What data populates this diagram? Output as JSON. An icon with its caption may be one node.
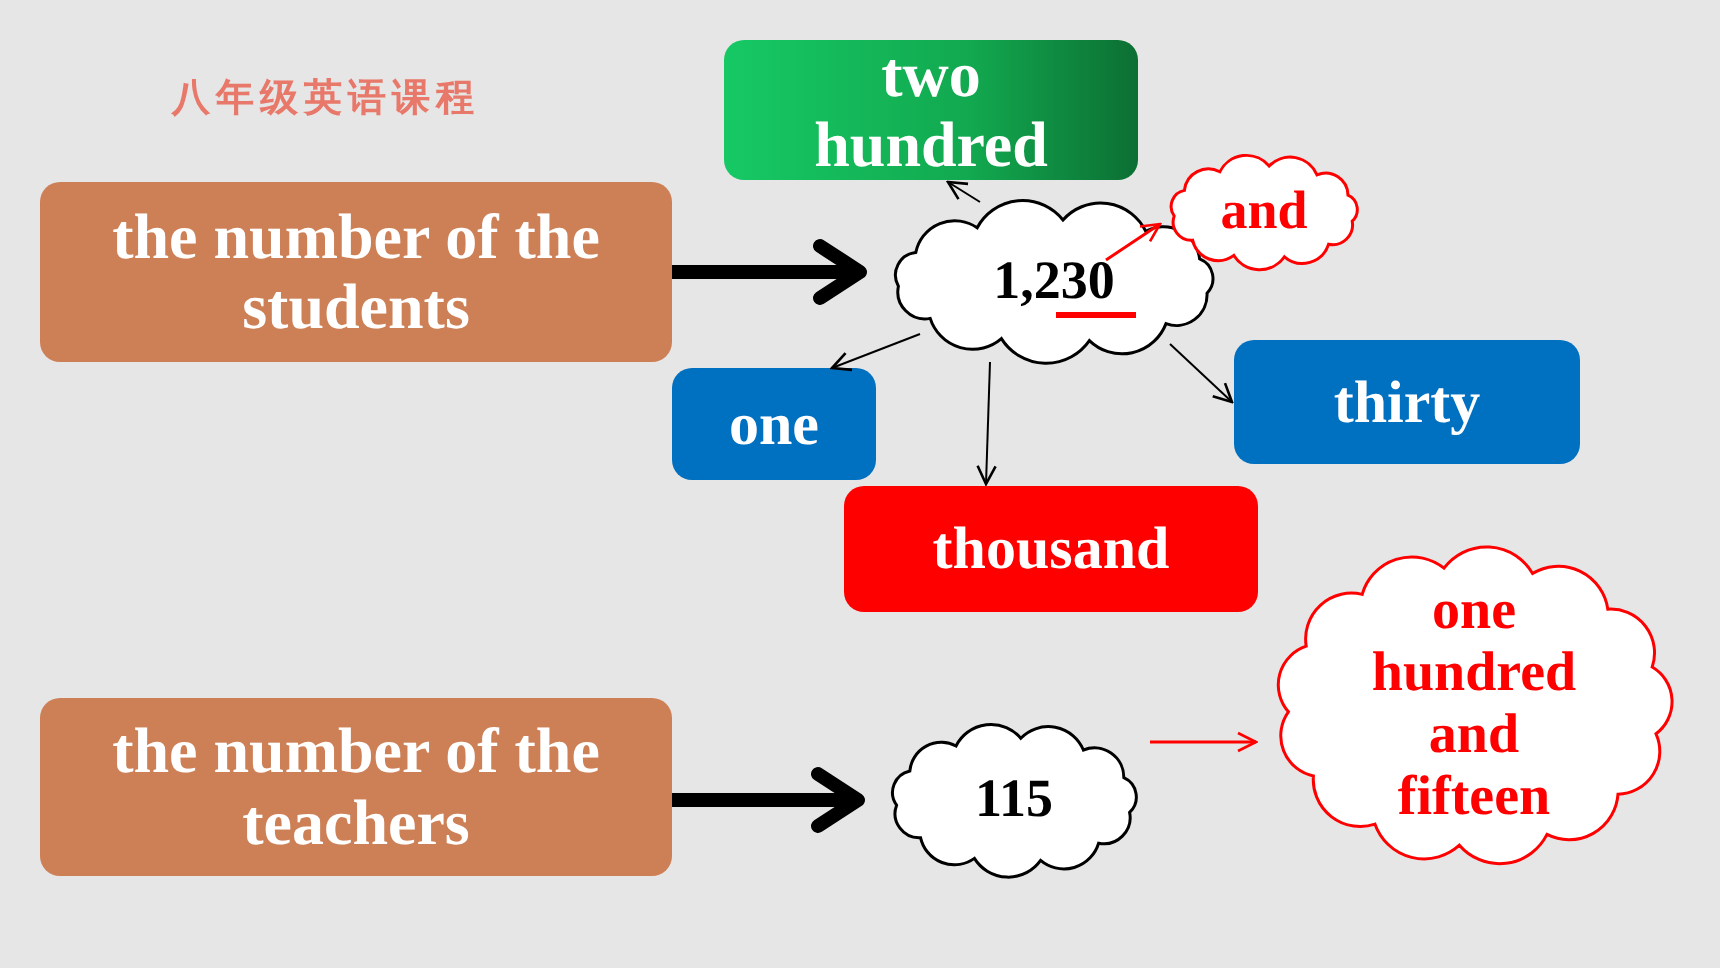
{
  "diagram": {
    "title": "八年级英语课程",
    "nodes": [
      {
        "text": [
          "the number of the students"
        ]
      },
      {
        "text": [
          "1,230"
        ]
      },
      {
        "text": [
          "two hundred"
        ]
      },
      {
        "text": [
          "and"
        ]
      },
      {
        "text": [
          "one"
        ]
      },
      {
        "text": [
          "thirty"
        ]
      },
      {
        "text": [
          "thousand"
        ]
      },
      {
        "text": [
          "the number of the teachers"
        ]
      },
      {
        "text": [
          "115"
        ]
      },
      {
        "text": [
          "one hundred and fifteen"
        ]
      }
    ],
    "edges": [
      {
        "from": 0,
        "to": 1,
        "arrow": "to",
        "style": "thick"
      },
      {
        "from": 1,
        "to": 2,
        "arrow": "to"
      },
      {
        "from": 1,
        "to": 3,
        "arrow": "to",
        "color": "#ff0000"
      },
      {
        "from": 1,
        "to": 4,
        "arrow": "to"
      },
      {
        "from": 1,
        "to": 6,
        "arrow": "to"
      },
      {
        "from": 1,
        "to": 5,
        "arrow": "to"
      },
      {
        "from": 7,
        "to": 8,
        "arrow": "to",
        "style": "thick"
      },
      {
        "from": 8,
        "to": 9,
        "arrow": "to",
        "color": "#ff0000"
      }
    ]
  }
}
